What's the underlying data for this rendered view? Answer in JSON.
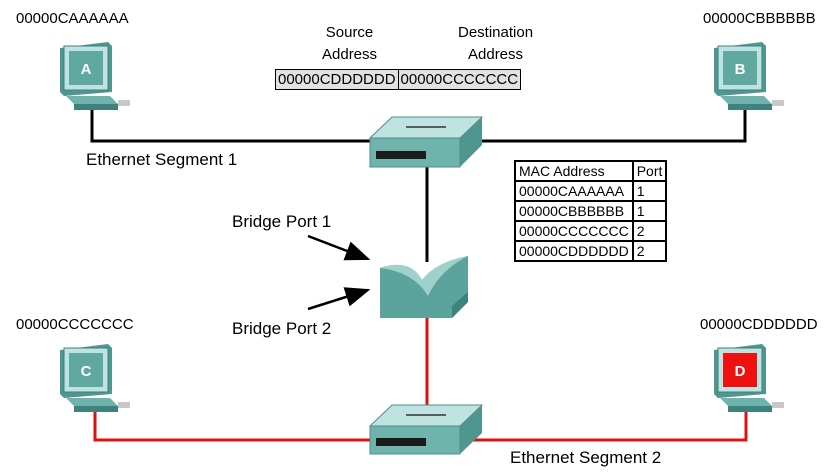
{
  "hosts": [
    {
      "id": "A",
      "mac": "00000CAAAAAA",
      "screen_color": "#5fa9a0"
    },
    {
      "id": "B",
      "mac": "00000CBBBBBB",
      "screen_color": "#5fa9a0"
    },
    {
      "id": "C",
      "mac": "00000CCCCCCC",
      "screen_color": "#5fa9a0"
    },
    {
      "id": "D",
      "mac": "00000CDDDDDD",
      "screen_color": "#ee1111"
    }
  ],
  "frame": {
    "source_header": "Source\nAddress",
    "dest_header": "Destination\nAddress",
    "source_value": "00000CDDDDDD",
    "dest_value": "00000CCCCCCC"
  },
  "segments": {
    "segment1_label": "Ethernet Segment 1",
    "segment2_label": "Ethernet Segment 2",
    "segment1_color": "#000000",
    "segment2_color": "#dd1111"
  },
  "bridge": {
    "port1_label": "Bridge Port 1",
    "port2_label": "Bridge Port 2"
  },
  "mac_table": {
    "headers": [
      "MAC Address",
      "Port"
    ],
    "rows": [
      [
        "00000CAAAAAA",
        "1"
      ],
      [
        "00000CBBBBBB",
        "1"
      ],
      [
        "00000CCCCCCC",
        "2"
      ],
      [
        "00000CDDDDDD",
        "2"
      ]
    ]
  }
}
